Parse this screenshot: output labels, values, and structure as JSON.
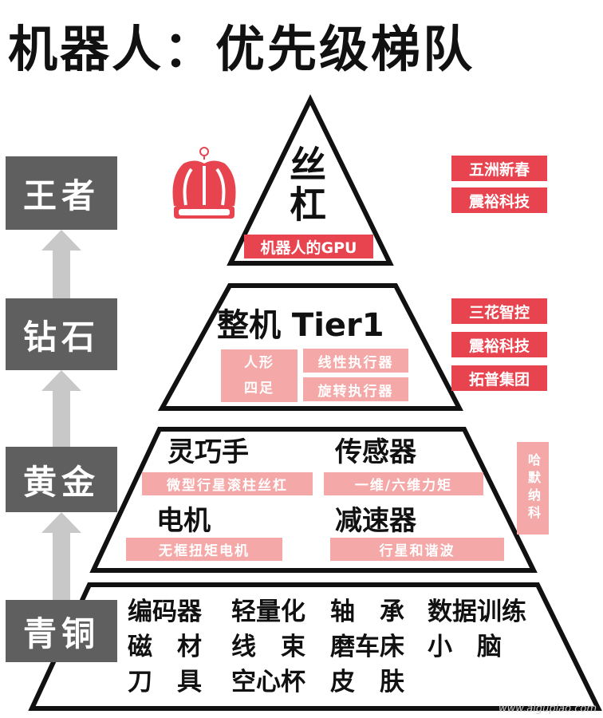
{
  "title": "机器人：优先级梯队",
  "levels": {
    "wangzhe": "王者",
    "zuanshi": "钻石",
    "huangjin": "黄金",
    "qingtong": "青铜"
  },
  "top": {
    "main": "丝杠",
    "caption": "机器人的GPU",
    "companies": [
      "五洲新春",
      "震裕科技"
    ]
  },
  "second": {
    "main": "整机 Tier1",
    "left_box": [
      "人形",
      "四足"
    ],
    "right_boxes": [
      "线性执行器",
      "旋转执行器"
    ],
    "companies": [
      "三花智控",
      "震裕科技",
      "拓普集团"
    ]
  },
  "third": {
    "items": [
      {
        "name": "灵巧手",
        "sub": "微型行星滚柱丝杠"
      },
      {
        "name": "传感器",
        "sub": "一维/六维力矩"
      },
      {
        "name": "电机",
        "sub": "无框扭矩电机"
      },
      {
        "name": "减速器",
        "sub": "行星和谐波"
      }
    ],
    "company": "哈默纳科"
  },
  "bottom": {
    "rows": [
      [
        "编码器",
        "轻量化",
        "轴　承",
        "数据训练"
      ],
      [
        "磁　材",
        "线　束",
        "磨车床",
        "小　脑"
      ],
      [
        "刀　具",
        "空心杯",
        "皮　肤"
      ]
    ]
  },
  "watermark": "www.aiguplao.com",
  "colors": {
    "accent": "#e8444f",
    "light_accent": "#f5a8a8",
    "tag": "#5f5f5f",
    "arrow": "#c8c8c8"
  }
}
